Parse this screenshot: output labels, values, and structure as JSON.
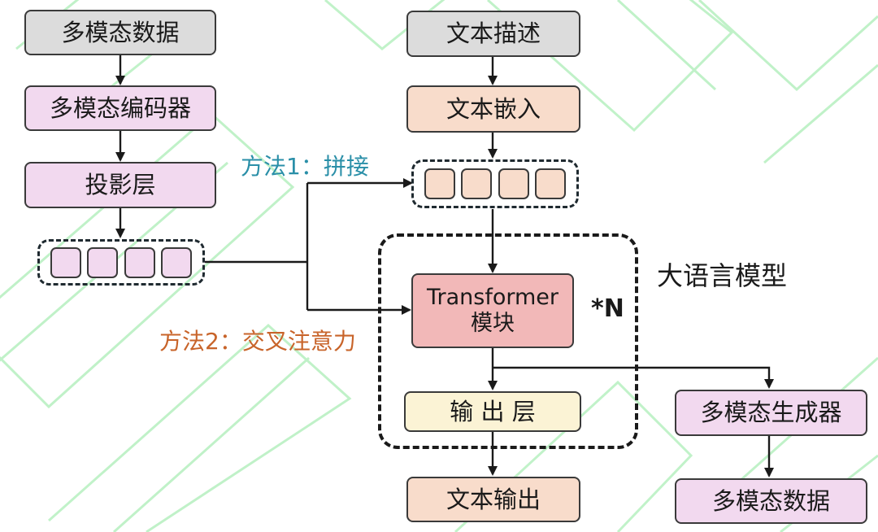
{
  "colors": {
    "gray_box": "#dcdcdc",
    "purple_box": "#f2d9ef",
    "peach_box": "#f8dccb",
    "yellow_box": "#fbf3d5",
    "red_box": "#f2b8b8",
    "method1_text": "#2a8fa8",
    "method2_text": "#c8642a",
    "watermark_green": "#4cd964"
  },
  "left_branch": {
    "input": "多模态数据",
    "encoder": "多模态编码器",
    "projection": "投影层"
  },
  "right_branch": {
    "input": "文本描述",
    "embedding": "文本嵌入"
  },
  "methods": {
    "method1": "方法1：拼接",
    "method2": "方法2：交叉注意力"
  },
  "llm": {
    "label": "大语言模型",
    "repeat": "*N",
    "block_line1": "Transformer",
    "block_line2": "模块",
    "output_layer": "输 出 层"
  },
  "outputs": {
    "text_output": "文本输出",
    "generator": "多模态生成器",
    "multimodal_output": "多模态数据"
  }
}
